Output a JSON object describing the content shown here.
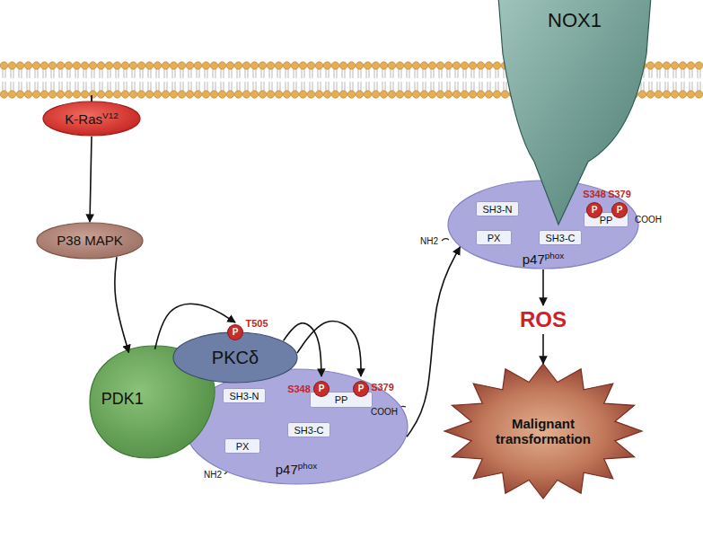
{
  "diagram": {
    "nodes": [
      {
        "text": [
          "K-Ras",
          "V12"
        ]
      },
      {
        "text": [
          "P38 MAPK"
        ]
      },
      {
        "text": [
          "PDK1"
        ]
      },
      {
        "text": [
          "PKCδ"
        ]
      },
      {
        "text": [
          "p47",
          "phox"
        ]
      },
      {
        "text": [
          "SH3-N"
        ],
        "in": 4
      },
      {
        "text": [
          "PP"
        ],
        "in": 4
      },
      {
        "text": [
          "PX"
        ],
        "in": 4
      },
      {
        "text": [
          "SH3-C"
        ],
        "in": 4
      },
      {
        "text": [
          "NOX1"
        ]
      },
      {
        "text": [
          "p47",
          "phox"
        ]
      },
      {
        "text": [
          "SH3-N"
        ],
        "in": 10
      },
      {
        "text": [
          "PP"
        ],
        "in": 10
      },
      {
        "text": [
          "PX"
        ],
        "in": 10
      },
      {
        "text": [
          "SH3-C"
        ],
        "in": 10
      },
      {
        "text": [
          "ROS"
        ]
      },
      {
        "text": [
          "Malignant transformation"
        ]
      }
    ],
    "edges": [
      {
        "from": 0,
        "to": 1,
        "arrow": "to"
      },
      {
        "from": 1,
        "to": 2,
        "arrow": "to"
      },
      {
        "from": 2,
        "to": 3,
        "arrow": "to"
      },
      {
        "from": 3,
        "to": 6,
        "arrow": "to"
      },
      {
        "from": 3,
        "to": 6,
        "arrow": "to"
      },
      {
        "from": 4,
        "to": 10,
        "arrow": "to"
      },
      {
        "from": 10,
        "to": 15,
        "arrow": "to"
      },
      {
        "from": 15,
        "to": 16,
        "arrow": "to"
      }
    ],
    "labels": [
      "T505",
      "P",
      "S348",
      "P",
      "S379",
      "P",
      "NH2",
      "COOH",
      "S348",
      "P",
      "S379",
      "P",
      "NH2",
      "COOH"
    ]
  }
}
